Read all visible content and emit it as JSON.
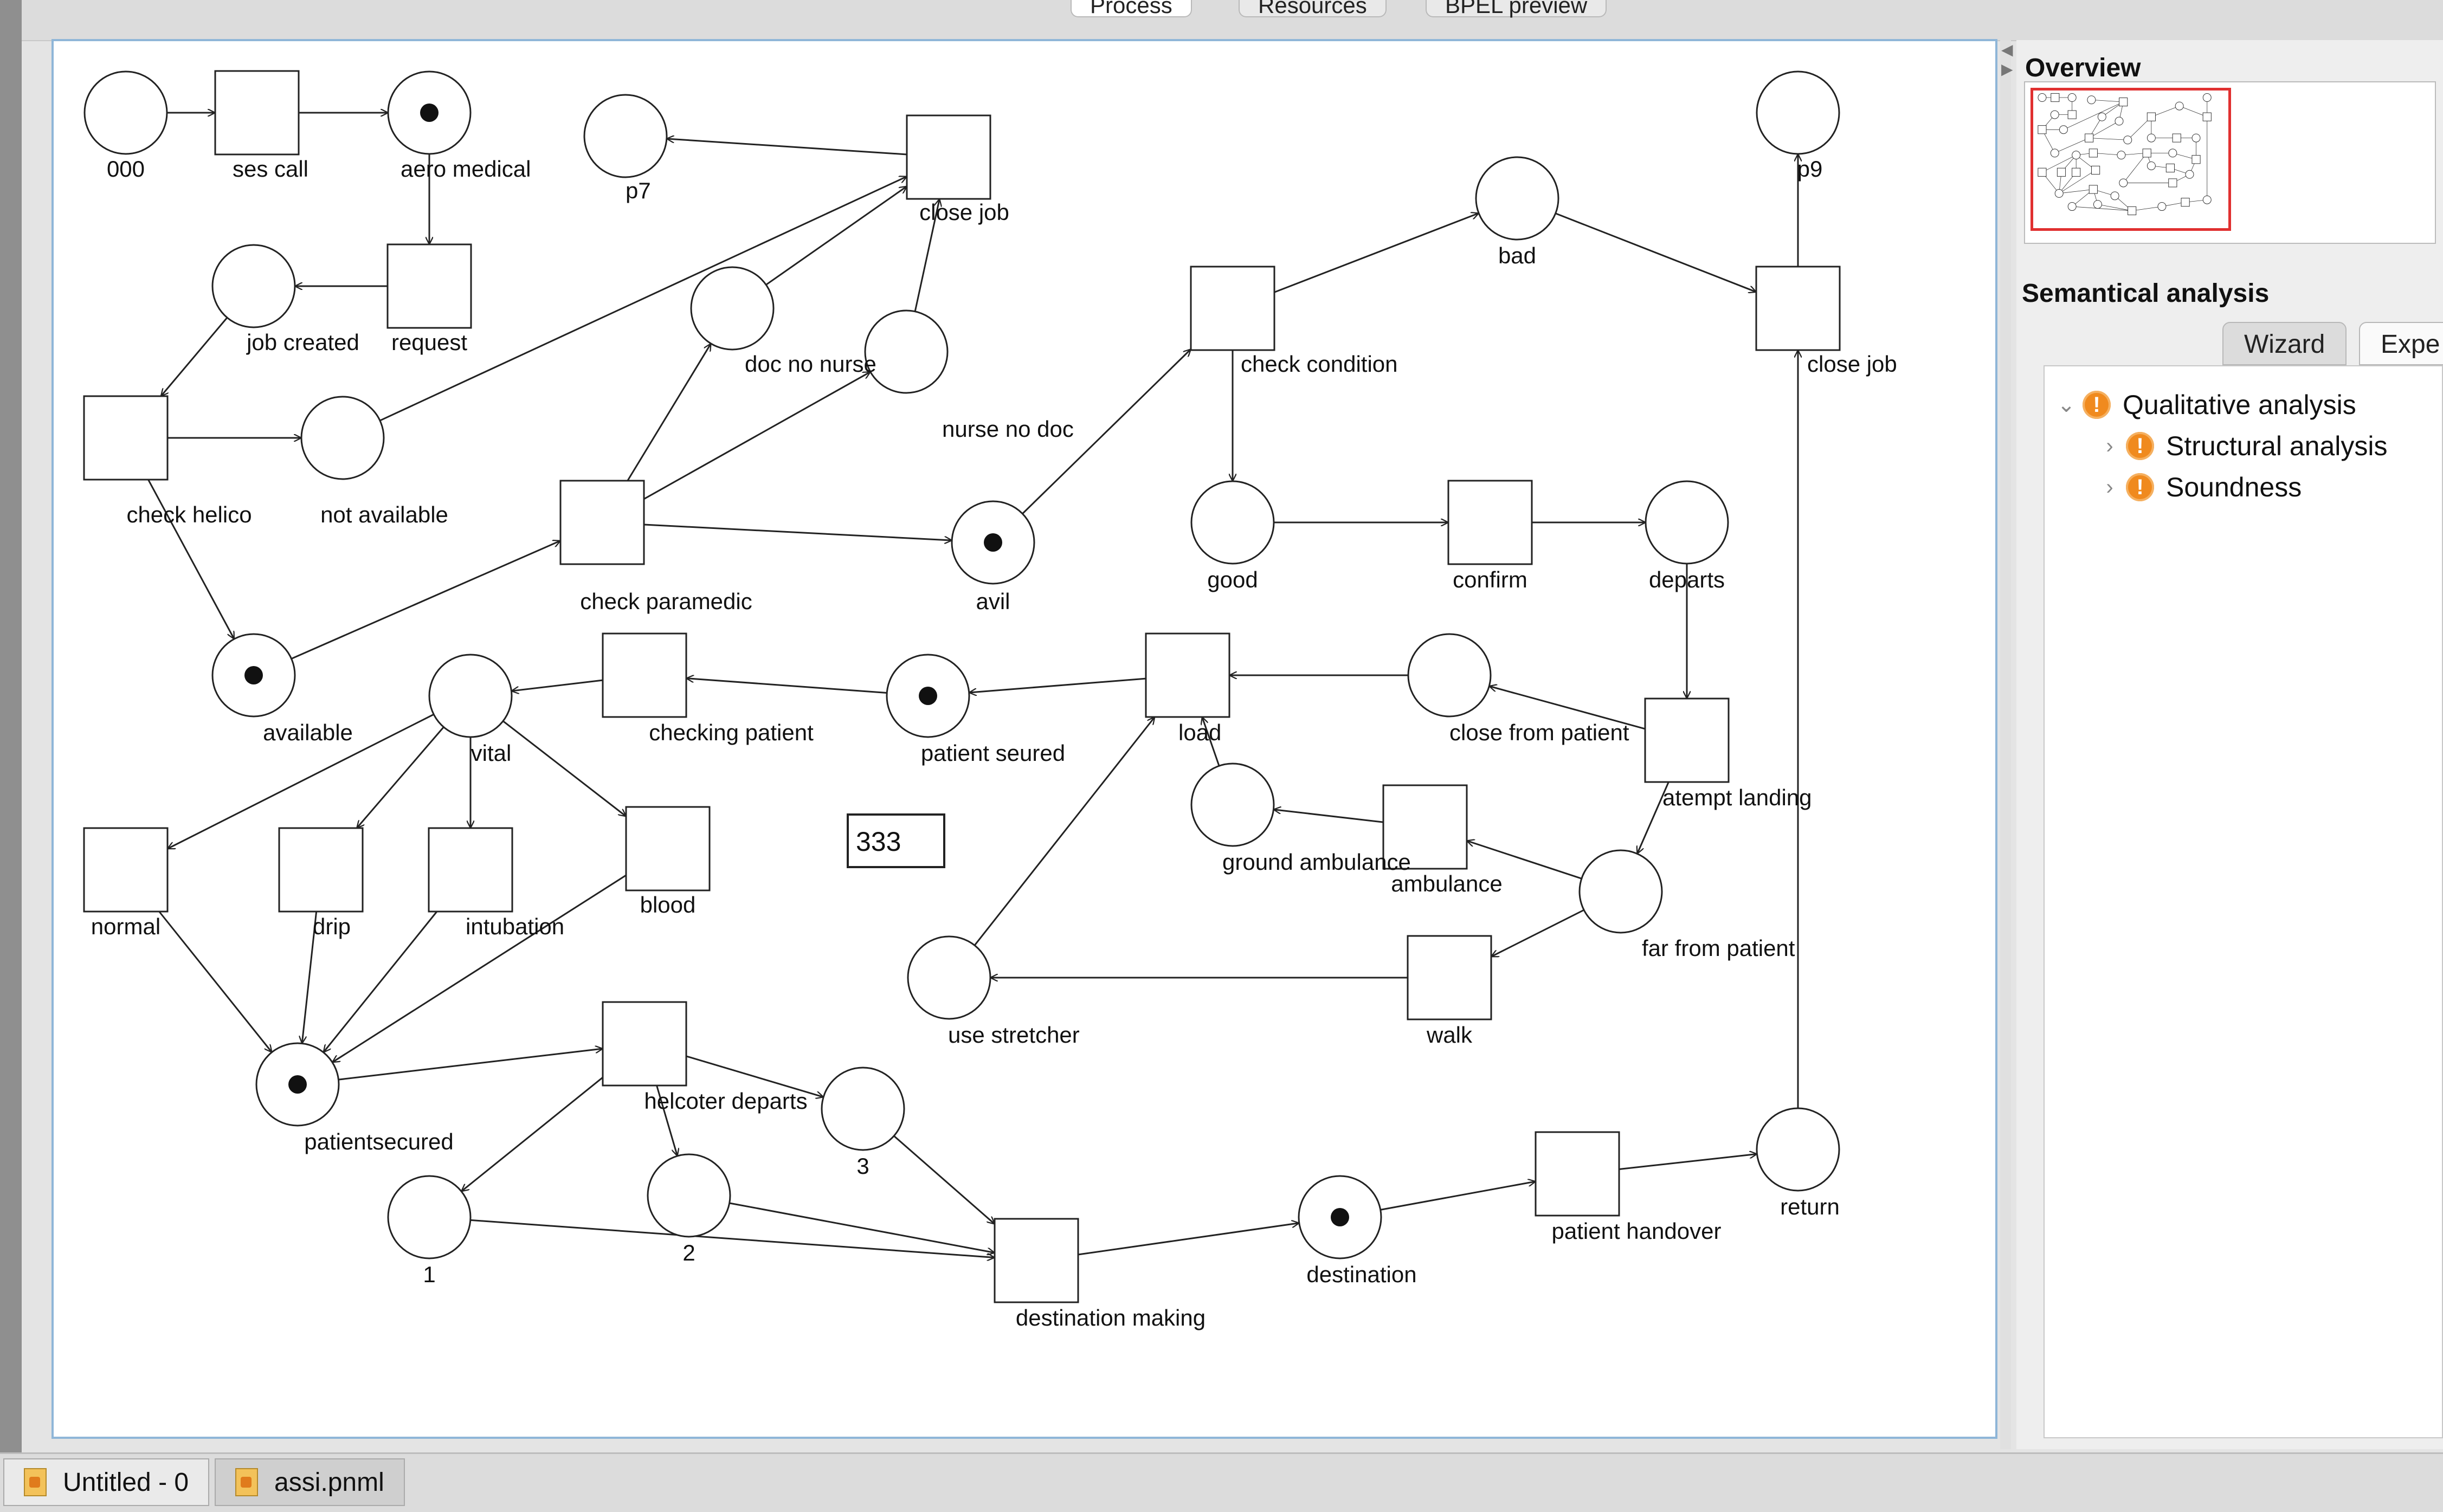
{
  "top_tabs": [
    {
      "label": "Process",
      "active": true
    },
    {
      "label": "Resources",
      "active": false
    },
    {
      "label": "BPEL preview",
      "active": false
    }
  ],
  "net": {
    "places": [
      {
        "id": "p000",
        "label": "000",
        "tokens": 0
      },
      {
        "id": "paero",
        "label": "aero medical",
        "tokens": 1
      },
      {
        "id": "pp7",
        "label": "p7",
        "tokens": 0
      },
      {
        "id": "pjob",
        "label": "job created",
        "tokens": 0
      },
      {
        "id": "pdoc",
        "label": "doc no nurse",
        "tokens": 0
      },
      {
        "id": "pnurse",
        "label": "nurse no doc",
        "tokens": 0
      },
      {
        "id": "pnotav",
        "label": "not available",
        "tokens": 0
      },
      {
        "id": "pavil",
        "label": "avil",
        "tokens": 1
      },
      {
        "id": "pavailable",
        "label": "available",
        "tokens": 1
      },
      {
        "id": "pvital",
        "label": "vital",
        "tokens": 0
      },
      {
        "id": "pseured",
        "label": "patient seured",
        "tokens": 1
      },
      {
        "id": "pbad",
        "label": "bad",
        "tokens": 0
      },
      {
        "id": "pp9",
        "label": "p9",
        "tokens": 0
      },
      {
        "id": "pgood",
        "label": "good",
        "tokens": 0
      },
      {
        "id": "pdeparts",
        "label": "departs",
        "tokens": 0
      },
      {
        "id": "pclose",
        "label": "close from patient",
        "tokens": 0
      },
      {
        "id": "pground",
        "label": "ground ambulance",
        "tokens": 0
      },
      {
        "id": "pfar",
        "label": "far from patient",
        "tokens": 0
      },
      {
        "id": "pstretch",
        "label": "use stretcher",
        "tokens": 0
      },
      {
        "id": "psecured",
        "label": "patientsecured",
        "tokens": 1
      },
      {
        "id": "p3",
        "label": "3",
        "tokens": 0
      },
      {
        "id": "p2",
        "label": "2",
        "tokens": 0
      },
      {
        "id": "p1",
        "label": "1",
        "tokens": 0
      },
      {
        "id": "pdest",
        "label": "destination",
        "tokens": 1
      },
      {
        "id": "preturn",
        "label": "return",
        "tokens": 0
      }
    ],
    "transitions": [
      {
        "id": "tses",
        "label": "ses call"
      },
      {
        "id": "trequest",
        "label": "request"
      },
      {
        "id": "tclosejob1",
        "label": "close job"
      },
      {
        "id": "thelico",
        "label": "check helico"
      },
      {
        "id": "tparamedic",
        "label": "check paramedic"
      },
      {
        "id": "tcond",
        "label": "check condition"
      },
      {
        "id": "tclosejob2",
        "label": "close job"
      },
      {
        "id": "tconfirm",
        "label": "confirm"
      },
      {
        "id": "tchecking",
        "label": "checking patient"
      },
      {
        "id": "tload",
        "label": "load"
      },
      {
        "id": "tatempt",
        "label": "atempt landing"
      },
      {
        "id": "tambulance",
        "label": "ambulance"
      },
      {
        "id": "tnormal",
        "label": "normal"
      },
      {
        "id": "tdrip",
        "label": "drip"
      },
      {
        "id": "tintub",
        "label": "intubation"
      },
      {
        "id": "tblood",
        "label": "blood"
      },
      {
        "id": "twalk",
        "label": "walk"
      },
      {
        "id": "thelcoter",
        "label": "helcoter departs"
      },
      {
        "id": "tdestmaking",
        "label": "destination making"
      },
      {
        "id": "thandover",
        "label": "patient handover"
      }
    ],
    "annotation": "333"
  },
  "overview": {
    "title": "Overview"
  },
  "semantical": {
    "title": "Semantical analysis",
    "tabs": [
      {
        "label": "Wizard",
        "active": false
      },
      {
        "label": "Expe",
        "active": true
      }
    ],
    "tree": [
      {
        "label": "Qualitative analysis",
        "chevron": "⌄",
        "icon": "!"
      },
      {
        "label": "Structural analysis",
        "chevron": "›",
        "icon": "!"
      },
      {
        "label": "Soundness",
        "chevron": "›",
        "icon": "!"
      }
    ]
  },
  "file_tabs": [
    {
      "label": "Untitled - 0",
      "active": false
    },
    {
      "label": "assi.pnml",
      "active": true
    }
  ],
  "colors": {
    "selection_border": "#8fb6d8",
    "warning": "#f08a1e",
    "overview_frame": "#e03030"
  }
}
